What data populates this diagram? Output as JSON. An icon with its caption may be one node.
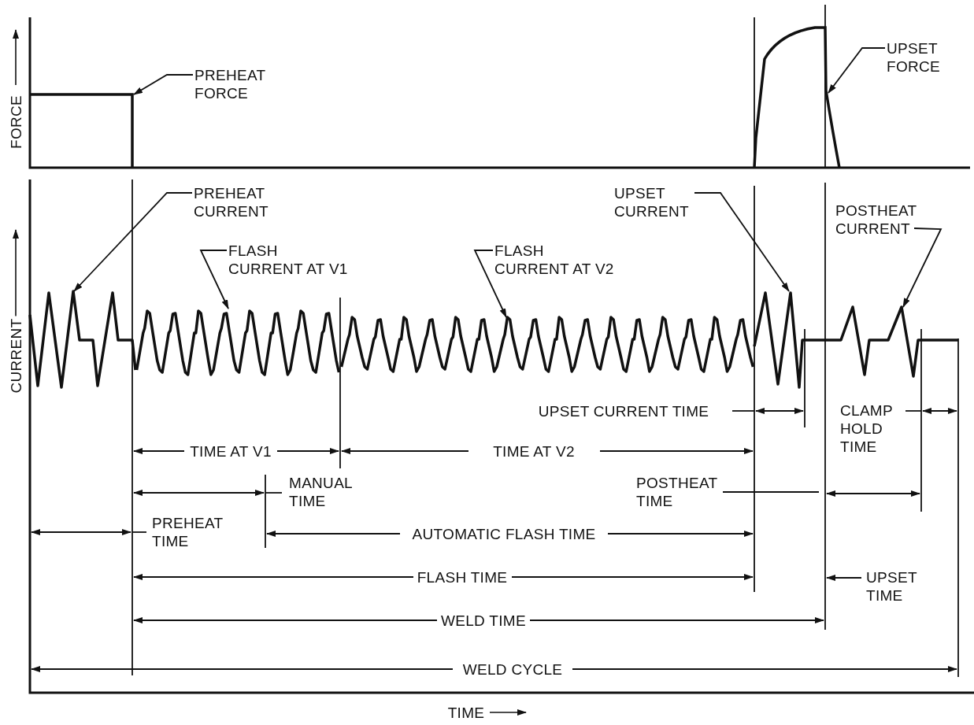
{
  "diagram": {
    "nodes": [
      {
        "text": [
          "PREHEAT FORCE"
        ]
      },
      {
        "text": [
          "UPSET FORCE"
        ]
      },
      {
        "text": [
          "PREHEAT CURRENT"
        ]
      },
      {
        "text": [
          "FLASH CURRENT AT V1"
        ]
      },
      {
        "text": [
          "FLASH CURRENT AT V2"
        ]
      },
      {
        "text": [
          "UPSET CURRENT"
        ]
      },
      {
        "text": [
          "POSTHEAT CURRENT"
        ]
      },
      {
        "text": [],
        "shape": "curve"
      },
      {
        "text": [],
        "shape": "curve"
      },
      {
        "text": [],
        "shape": "curve"
      }
    ],
    "edges": [
      {
        "from": 0,
        "to": 7,
        "arrow": "to"
      },
      {
        "from": 1,
        "to": 8,
        "arrow": "to"
      },
      {
        "from": 2,
        "to": 9,
        "arrow": "to"
      },
      {
        "from": 3,
        "to": 9,
        "arrow": "to"
      },
      {
        "from": 4,
        "to": 9,
        "arrow": "to"
      },
      {
        "from": 5,
        "to": 9,
        "arrow": "to"
      },
      {
        "from": 6,
        "to": 9,
        "arrow": "to"
      }
    ],
    "labels": [
      "FORCE",
      "CURRENT",
      "UPSET CURRENT TIME",
      "CLAMP HOLD TIME",
      "TIME AT V1",
      "TIME AT V2",
      "MANUAL TIME",
      "POSTHEAT TIME",
      "PREHEAT TIME",
      "AUTOMATIC FLASH TIME",
      "FLASH TIME",
      "UPSET TIME",
      "WELD TIME",
      "WELD CYCLE",
      "TIME"
    ]
  }
}
